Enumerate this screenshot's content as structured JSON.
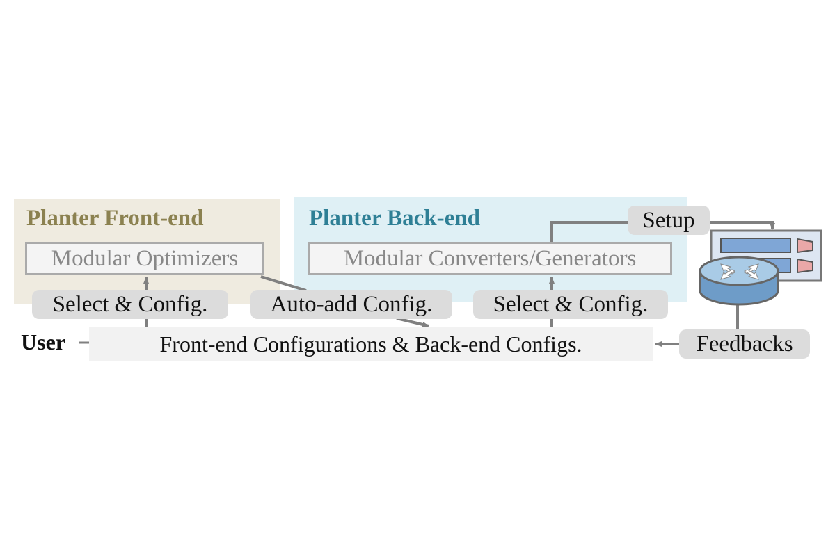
{
  "frontend": {
    "title": "Planter Front-end",
    "module": "Modular Optimizers",
    "select_label": "Select & Config."
  },
  "backend": {
    "title": "Planter Back-end",
    "module": "Modular Converters/Generators",
    "select_label": "Select & Config."
  },
  "auto_add_label": "Auto-add Config.",
  "setup_label": "Setup",
  "feedbacks_label": "Feedbacks",
  "user_label": "User",
  "config_bar": "Front-end Configurations & Back-end Configs.",
  "colors": {
    "frontend_bg": "#efebe0",
    "frontend_title": "#8b8150",
    "backend_bg": "#dff0f5",
    "backend_title": "#2e7f95",
    "arrow": "#808080"
  }
}
